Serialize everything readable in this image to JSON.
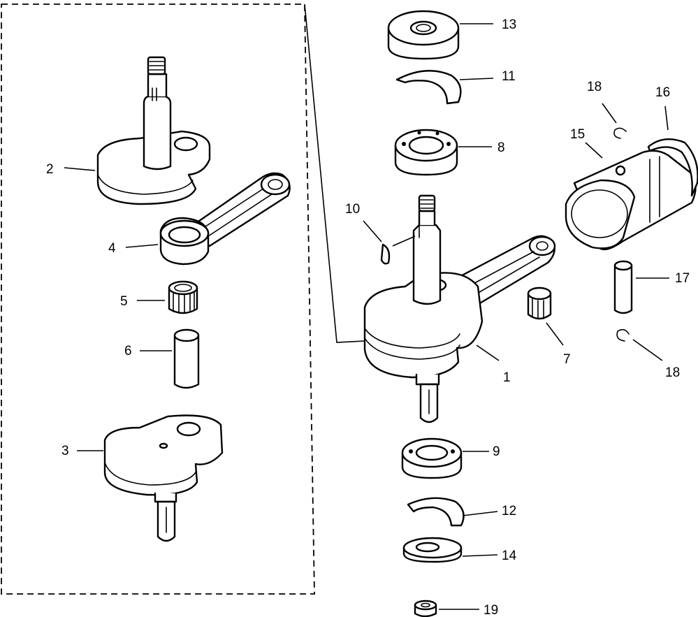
{
  "callouts": {
    "c1": "1",
    "c2": "2",
    "c3": "3",
    "c4": "4",
    "c5": "5",
    "c6": "6",
    "c7": "7",
    "c8": "8",
    "c9": "9",
    "c10": "10",
    "c11": "11",
    "c12": "12",
    "c13": "13",
    "c14": "14",
    "c15": "15",
    "c16": "16",
    "c17": "17",
    "c18a": "18",
    "c18b": "18",
    "c19": "19"
  }
}
